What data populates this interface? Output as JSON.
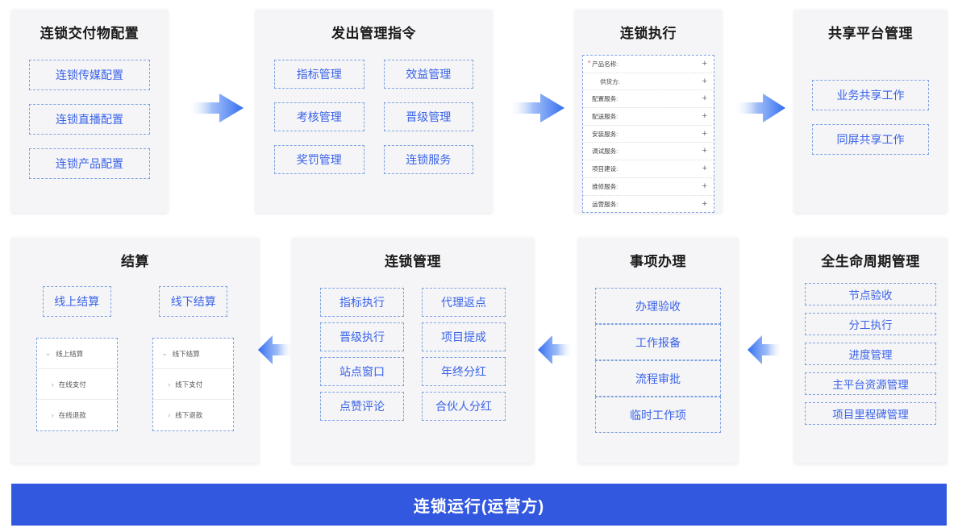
{
  "cards": [
    {
      "id": "chain-delivery-config",
      "title": "连锁交付物配置",
      "items": [
        "连锁传媒配置",
        "连锁直播配置",
        "连锁产品配置"
      ]
    },
    {
      "id": "issue-management-order",
      "title": "发出管理指令",
      "items": [
        "指标管理",
        "效益管理",
        "考核管理",
        "晋级管理",
        "奖罚管理",
        "连锁服务"
      ]
    },
    {
      "id": "chain-execution",
      "title": "连锁执行",
      "form_rows": [
        {
          "label": "产品名称:",
          "required": true,
          "indent": false,
          "action": "+"
        },
        {
          "label": "供货方:",
          "required": false,
          "indent": true,
          "action": "+"
        },
        {
          "label": "配置服务:",
          "required": false,
          "indent": false,
          "action": "+"
        },
        {
          "label": "配送服务:",
          "required": false,
          "indent": false,
          "action": "+"
        },
        {
          "label": "安装服务:",
          "required": false,
          "indent": false,
          "action": "+"
        },
        {
          "label": "调试服务:",
          "required": false,
          "indent": false,
          "action": "+"
        },
        {
          "label": "项目建设:",
          "required": false,
          "indent": false,
          "action": "+"
        },
        {
          "label": "维修服务:",
          "required": false,
          "indent": false,
          "action": "+"
        },
        {
          "label": "运营服务:",
          "required": false,
          "indent": false,
          "action": "+"
        }
      ]
    },
    {
      "id": "shared-platform-management",
      "title": "共享平台管理",
      "items": [
        "业务共享工作",
        "同屏共享工作"
      ]
    },
    {
      "id": "settlement",
      "title": "结算",
      "columns": [
        {
          "heading": "线上结算",
          "tree_root": "线上结算",
          "tree_children": [
            "在线支付",
            "在线退款"
          ]
        },
        {
          "heading": "线下结算",
          "tree_root": "线下结算",
          "tree_children": [
            "线下支付",
            "线下退款"
          ]
        }
      ]
    },
    {
      "id": "chain-management",
      "title": "连锁管理",
      "items": [
        "指标执行",
        "代理返点",
        "晋级执行",
        "项目提成",
        "站点窗口",
        "年终分红",
        "点赞评论",
        "合伙人分红"
      ]
    },
    {
      "id": "matter-handling",
      "title": "事项办理",
      "items": [
        "办理验收",
        "工作报备",
        "流程审批",
        "临时工作项"
      ]
    },
    {
      "id": "full-lifecycle-management",
      "title": "全生命周期管理",
      "items": [
        "节点验收",
        "分工执行",
        "进度管理",
        "主平台资源管理",
        "项目里程碑管理"
      ]
    }
  ],
  "banner": {
    "label": "连锁运行(运营方)"
  },
  "colors": {
    "accent": "#3358e0",
    "card_bg": "#f5f5f7",
    "dashed_border": "#7fa3e0",
    "link_text": "#3a63e8",
    "required_red": "#e8433a",
    "banner_bg": "#3358e0"
  },
  "icons": {
    "chevron_down": "⌄",
    "chevron_right": "›",
    "plus": "+",
    "arrow_right": "arrow-right-icon",
    "arrow_left": "arrow-left-icon"
  }
}
